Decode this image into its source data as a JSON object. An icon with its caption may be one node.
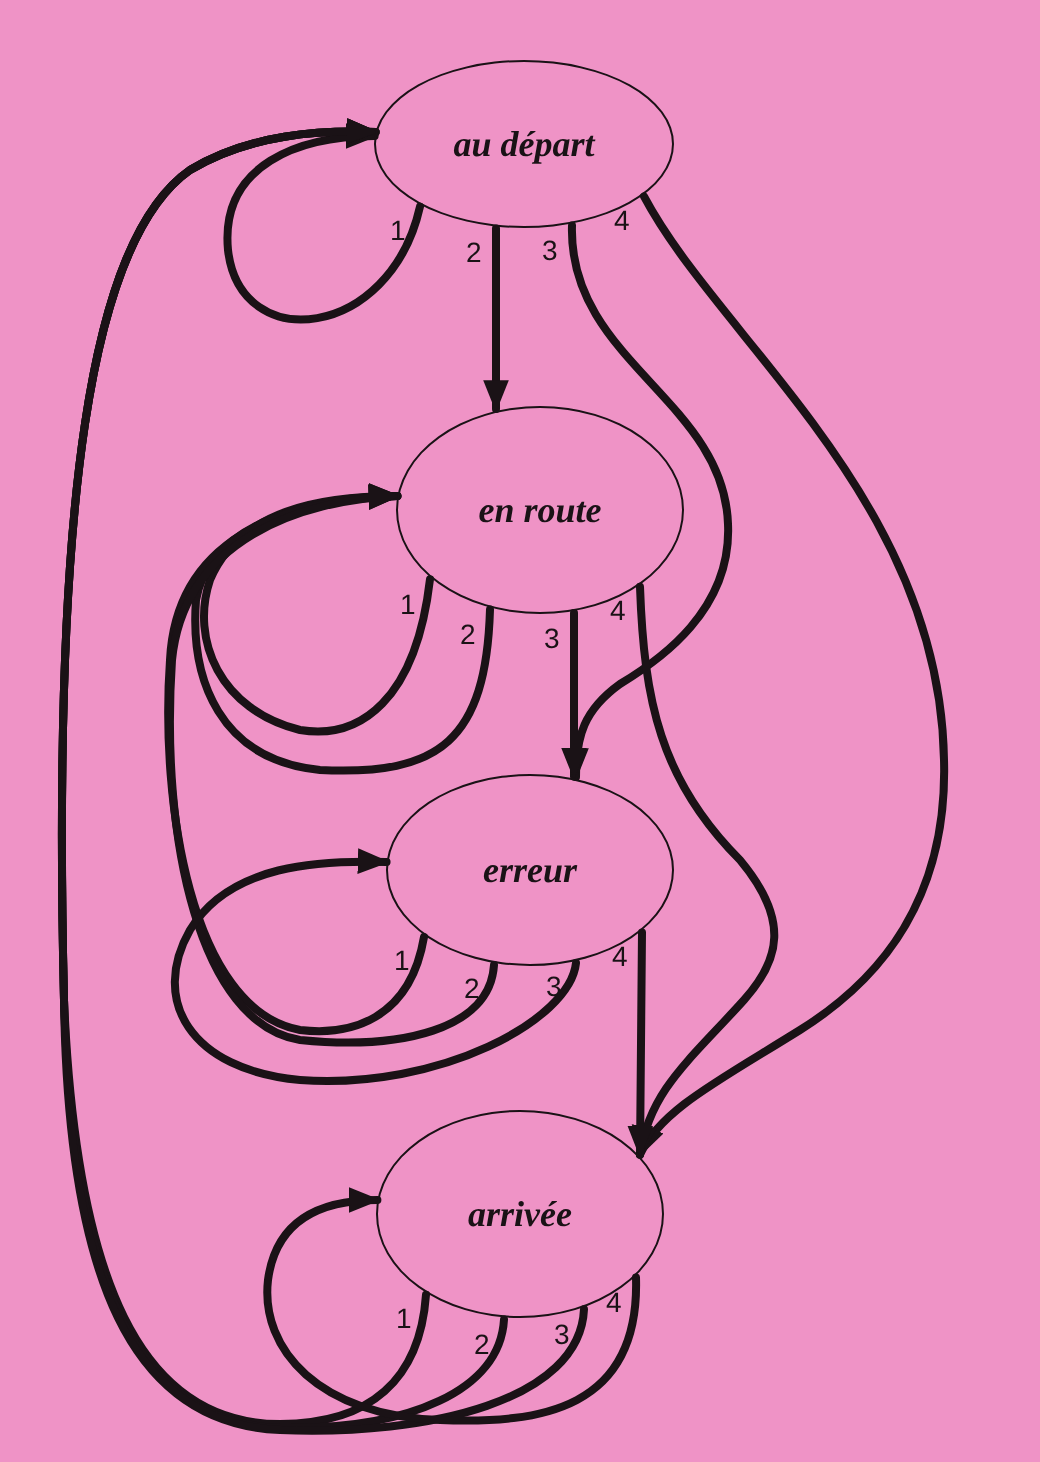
{
  "diagram": {
    "nodes": [
      {
        "text": [
          "au départ"
        ]
      },
      {
        "text": [
          "en route"
        ]
      },
      {
        "text": [
          "erreur"
        ]
      },
      {
        "text": [
          "arrivée"
        ]
      }
    ],
    "edges": [
      {
        "from": 0,
        "to": 0,
        "arrow": "to",
        "label": "1"
      },
      {
        "from": 0,
        "to": 1,
        "arrow": "to",
        "label": "2"
      },
      {
        "from": 0,
        "to": 2,
        "arrow": "to",
        "label": "3"
      },
      {
        "from": 0,
        "to": 3,
        "arrow": "to",
        "label": "4"
      },
      {
        "from": 1,
        "to": 1,
        "arrow": "to",
        "label": "1"
      },
      {
        "from": 1,
        "to": 1,
        "arrow": "to",
        "label": "2"
      },
      {
        "from": 1,
        "to": 2,
        "arrow": "to",
        "label": "3"
      },
      {
        "from": 1,
        "to": 3,
        "arrow": "to",
        "label": "4"
      },
      {
        "from": 2,
        "to": 1,
        "arrow": "to",
        "label": "1"
      },
      {
        "from": 2,
        "to": 1,
        "arrow": "to",
        "label": "2"
      },
      {
        "from": 2,
        "to": 2,
        "arrow": "to",
        "label": "3"
      },
      {
        "from": 2,
        "to": 3,
        "arrow": "to",
        "label": "4"
      },
      {
        "from": 3,
        "to": 0,
        "arrow": "to",
        "label": "1"
      },
      {
        "from": 3,
        "to": 0,
        "arrow": "to",
        "label": "2"
      },
      {
        "from": 3,
        "to": 0,
        "arrow": "to",
        "label": "3"
      },
      {
        "from": 3,
        "to": 3,
        "arrow": "to",
        "label": "4"
      }
    ]
  }
}
